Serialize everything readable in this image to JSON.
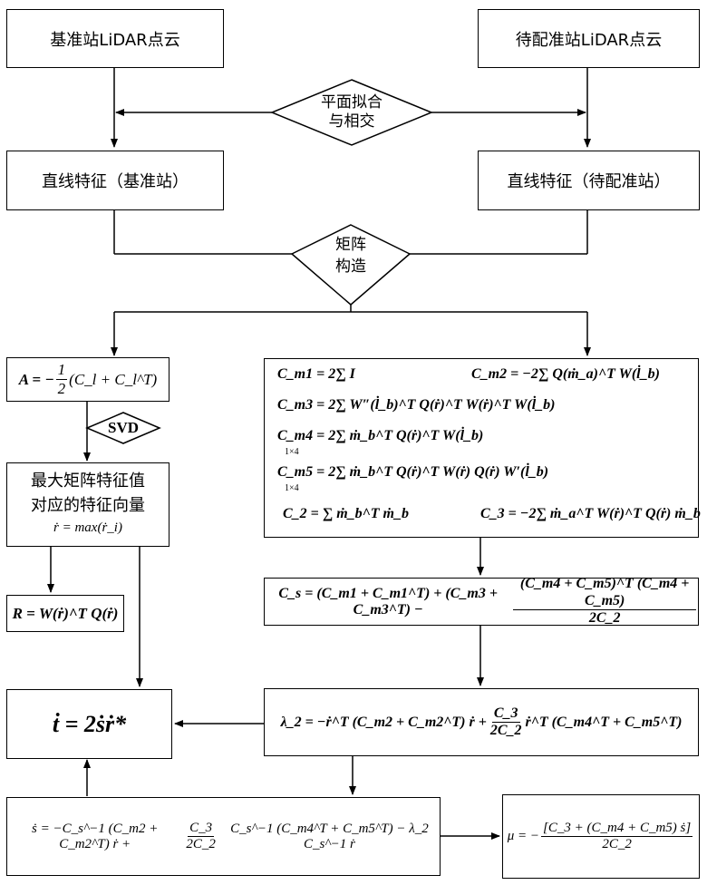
{
  "nodes": {
    "base_cloud": "基准站LiDAR点云",
    "reg_cloud": "待配准站LiDAR点云",
    "plane_fit_line1": "平面拟合",
    "plane_fit_line2": "与相交",
    "line_base": "直线特征（基准站）",
    "line_reg": "直线特征（待配准站）",
    "matrix_line1": "矩阵",
    "matrix_line2": "构造",
    "svd": "SVD",
    "eig_line1": "最大矩阵特征值",
    "eig_line2": "对应的特征向量"
  },
  "equations": {
    "A_lhs": "A = −",
    "A_frac_num": "1",
    "A_frac_den": "2",
    "A_rhs": "(C_l + C_l^T)",
    "r_max": "ṙ = max(ṙ_i)",
    "R": "R = W(ṙ)^T Q(ṙ)",
    "t": "ṫ = 2ṡṙ*",
    "cm1": "C_m1 = 2∑ I",
    "cm2": "C_m2 = −2∑ Q(ṁ_a)^T W(l̇_b)",
    "cm3": "C_m3 = 2∑ W″(l̇_b)^T Q(ṙ)^T W(ṙ)^T W(l̇_b)",
    "cm4": "C_m4 = 2∑ ṁ_b^T Q(ṙ)^T W(l̇_b)",
    "cm4_dim": "1×4",
    "cm5": "C_m5 = 2∑ ṁ_b^T Q(ṙ)^T W(ṙ) Q(ṙ) W′(l̇_b)",
    "cm5_dim": "1×4",
    "c2": "C_2 = ∑ ṁ_b^T ṁ_b",
    "c3": "C_3 = −2∑ ṁ_a^T W(ṙ)^T Q(ṙ) ṁ_b",
    "cs_left": "C_s = (C_m1 + C_m1^T) + (C_m3 + C_m3^T) −",
    "cs_num": "(C_m4 + C_m5)^T (C_m4 + C_m5)",
    "cs_den": "2C_2",
    "lambda_left": "λ_2 = −ṙ^T (C_m2 + C_m2^T) ṙ +",
    "lambda_num": "C_3",
    "lambda_den": "2C_2",
    "lambda_right": "ṙ^T (C_m4^T + C_m5^T)",
    "s_left": "ṡ = −C_s^−1 (C_m2 + C_m2^T) ṙ +",
    "s_num": "C_3",
    "s_den": "2C_2",
    "s_right": "C_s^−1 (C_m4^T + C_m5^T) − λ_2 C_s^−1 ṙ",
    "mu_left": "μ = −",
    "mu_num": "[C_3 + (C_m4 + C_m5) ṡ]",
    "mu_den": "2C_2"
  }
}
